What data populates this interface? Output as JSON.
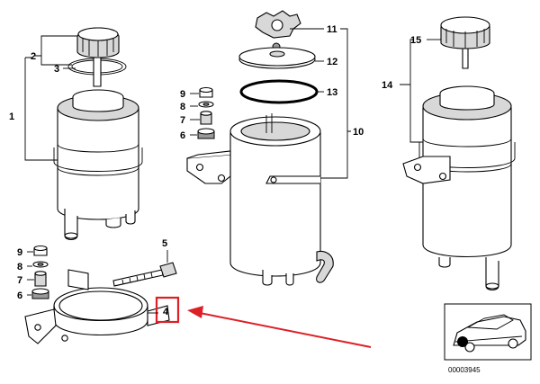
{
  "callouts": [
    "1",
    "2",
    "3",
    "4",
    "5",
    "6",
    "7",
    "8",
    "9",
    "10",
    "11",
    "12",
    "13",
    "14",
    "15"
  ],
  "lower_callouts": [
    "9",
    "8",
    "7",
    "6"
  ],
  "diagram_number": "00003945",
  "highlight": {
    "target": "4",
    "color": "#dd1f26"
  }
}
